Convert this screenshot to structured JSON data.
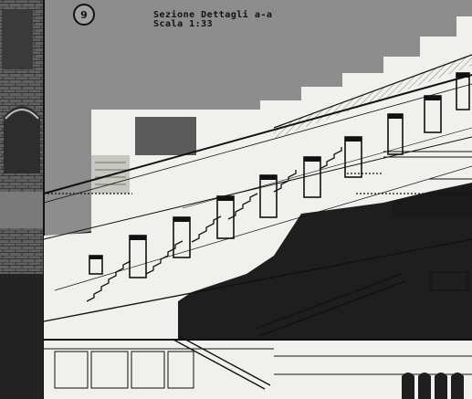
{
  "sheet": {
    "number": "9",
    "title": "Sezione  Dettagli a-a",
    "scale": "Scala 1:33"
  },
  "colors": {
    "paper": "#f0f0ec",
    "background": "#8d8d8d",
    "ink": "#111111",
    "shadow": "#1e1e1e",
    "masonry": "#6f6f6f"
  }
}
